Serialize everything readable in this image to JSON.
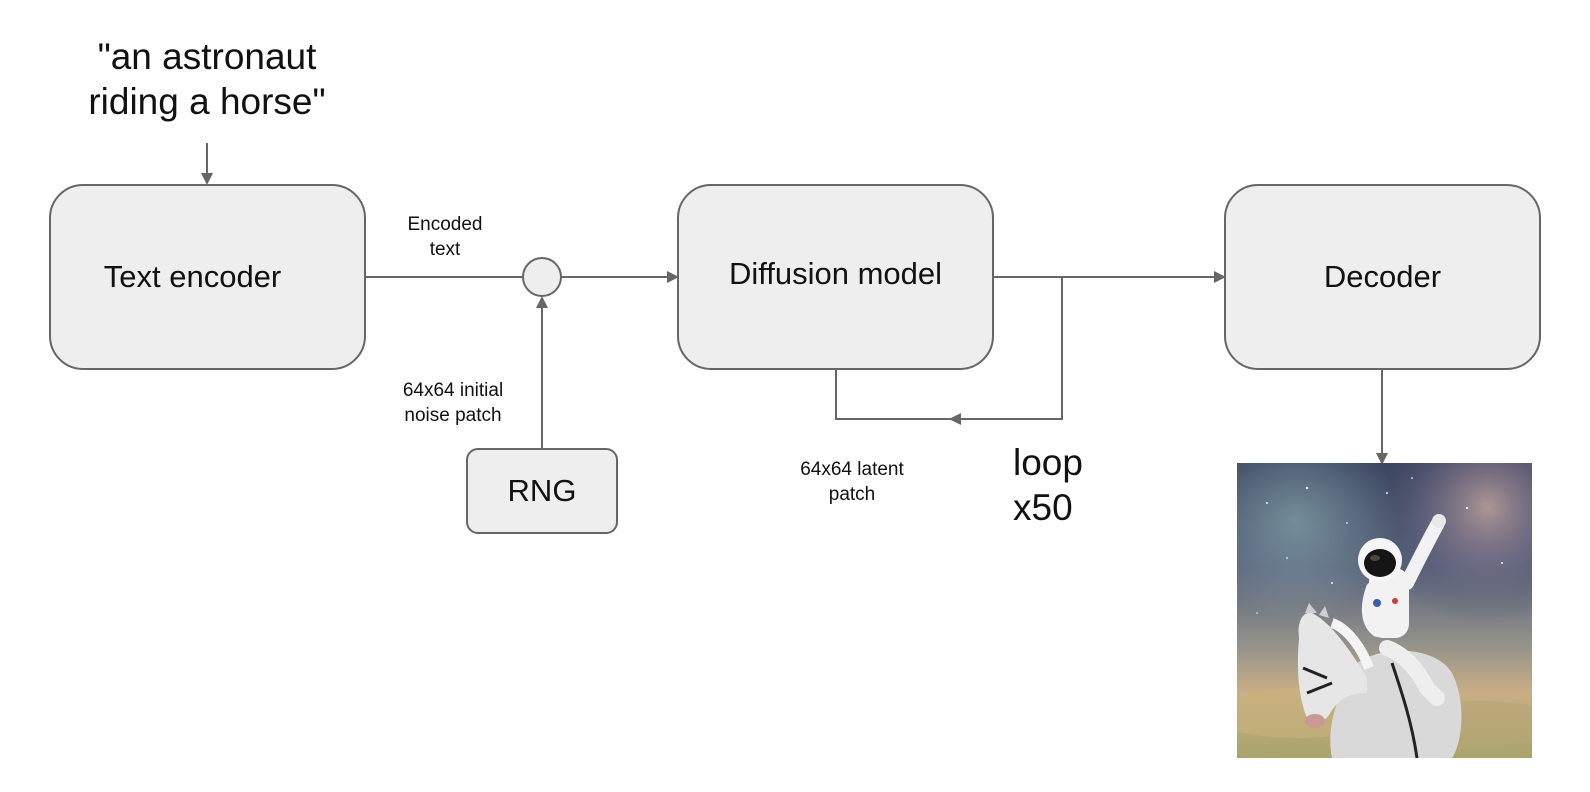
{
  "prompt": {
    "line1": "\"an astronaut",
    "line2": "riding a horse\""
  },
  "nodes": {
    "text_encoder": "Text encoder",
    "diffusion_model": "Diffusion model",
    "decoder": "Decoder",
    "rng": "RNG"
  },
  "edge_labels": {
    "encoded_text_line1": "Encoded",
    "encoded_text_line2": "text",
    "noise_line1": "64x64 initial",
    "noise_line2": "noise patch",
    "latent_line1": "64x64 latent",
    "latent_line2": "patch",
    "loop_line1": "loop",
    "loop_line2": "x50"
  },
  "colors": {
    "box_fill": "#eeeeee",
    "stroke": "#666666"
  },
  "output_image": {
    "icon": "astronaut-riding-horse-image"
  }
}
